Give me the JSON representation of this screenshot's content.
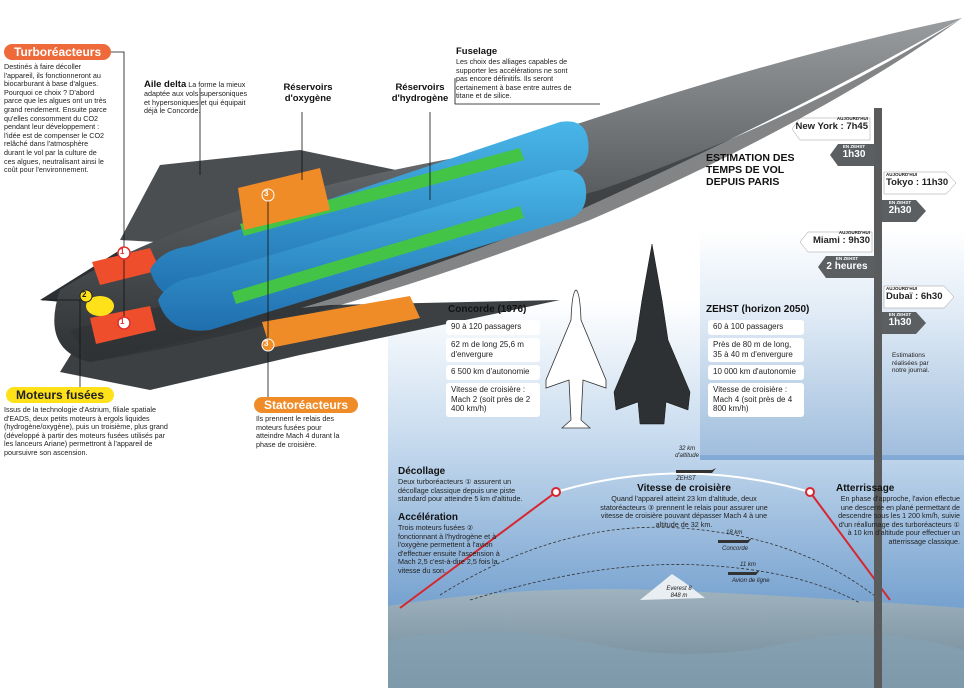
{
  "turbo": {
    "title": "Turboréacteurs",
    "text": "Destinés à faire décoller l'appareil, ils fonctionneront au biocarburant à base d'algues. Pourquoi ce choix ? D'abord parce que les algues ont un très grand rendement. Ensuite parce qu'elles consomment du CO2 pendant leur développement : l'idée est de compenser le CO2 relâché dans l'atmosphère durant le vol par la culture de ces algues, neutralisant ainsi le coût pour l'environnement."
  },
  "aile": {
    "title": "Aile delta",
    "text": "La forme la mieux adaptée aux vols supersoniques et hypersoniques et qui équipait déjà le Concorde."
  },
  "reservoirs_o2": "Réservoirs d'oxygène",
  "reservoirs_h2": "Réservoirs d'hydrogène",
  "fuselage": {
    "title": "Fuselage",
    "text": "Les choix des alliages capables de supporter les accélérations ne sont pas encore définitifs. Ils seront certainement à base entre autres de titane et de silice."
  },
  "moteurs": {
    "title": "Moteurs fusées",
    "text": "Issus de la technologie d'Astrium, filiale spatiale d'EADS, deux petits moteurs à ergols liquides (hydrogène/oxygène), puis un troisième, plus grand (développé à partir des moteurs fusées utilisés par les lanceurs Ariane) permettront à l'appareil de poursuivre son ascension."
  },
  "stato": {
    "title": "Statoréacteurs",
    "text": "Ils prennent le relais des moteurs fusées pour atteindre Mach 4 durant la phase de croisière."
  },
  "markers": [
    "1",
    "2",
    "3"
  ],
  "estimation": {
    "title": "ESTIMATION DES TEMPS DE VOL DEPUIS PARIS",
    "now_label": "AUJOURD'HUI",
    "zehst_label": "EN ZEHST",
    "cities": [
      {
        "now": "New York : 7h45",
        "zehst": "1h30"
      },
      {
        "now": "Tokyo : 11h30",
        "zehst": "2h30"
      },
      {
        "now": "Miami : 9h30",
        "zehst": "2 heures"
      },
      {
        "now": "Dubaï : 6h30",
        "zehst": "1h30"
      }
    ],
    "note": "Estimations réalisées par notre journal."
  },
  "concorde": {
    "title": "Concorde (1976)",
    "specs": [
      "90 à 120 passagers",
      "62 m de long 25,6 m d'envergure",
      "6 500 km d'autonomie",
      "Vitesse de croisière : Mach 2 (soit près de 2 400 km/h)"
    ]
  },
  "zehst": {
    "title": "ZEHST (horizon 2050)",
    "specs": [
      "60 à 100 passagers",
      "Près de 80 m de long, 35 à 40 m d'envergure",
      "10 000 km d'autonomie",
      "Vitesse de croisière : Mach 4 (soit près de 4 800 km/h)"
    ]
  },
  "profile": {
    "decollage": {
      "title": "Décollage",
      "text": "Deux turboréacteurs ① assurent un décollage classique depuis une piste standard pour atteindre 5 km d'altitude."
    },
    "acceleration": {
      "title": "Accélération",
      "text": "Trois moteurs fusées ② fonctionnant à l'hydrogène et à l'oxygène permettent à l'avion d'effectuer ensuite l'ascension à Mach 2,5 c'est-à-dire 2,5 fois la vitesse du son."
    },
    "croisiere": {
      "title": "Vitesse de croisière",
      "text": "Quand l'appareil atteint 23 km d'altitude, deux statoréacteurs ③ prennent le relais pour assurer une vitesse de croisière pouvant dépasser Mach 4 à une altitude de 32 km."
    },
    "atterrissage": {
      "title": "Atterrissage",
      "text": "En phase d'approche, l'avion effectue une descente en plané permettant de descendre sous les 1 200 km/h, suivie d'un réallumage des turboréacteurs ① à 10 km d'altitude pour effectuer un atterrissage classique."
    },
    "alt_zehst": "32 km d'altitude",
    "zehst_label": "ZEHST",
    "alt_concorde": "18 km",
    "concorde_label": "Concorde",
    "alt_ligne": "11 km",
    "ligne_label": "Avion de ligne",
    "everest": "Everest 8 848 m"
  }
}
